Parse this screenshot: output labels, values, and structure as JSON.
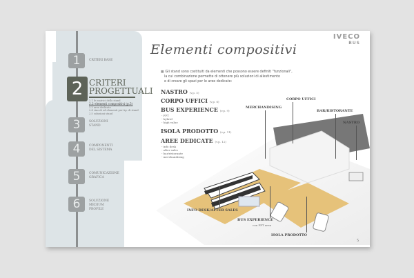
{
  "logo": {
    "brand": "IVECO",
    "sub": "BUS"
  },
  "title": "Elementi compositivi",
  "nav": {
    "steps": [
      {
        "num": "1",
        "label": "CRITERI BASE"
      },
      {
        "num": "2",
        "label": "CRITERI PROGETTUALI"
      },
      {
        "num": "3",
        "label": "SOLUZIONI STAND"
      },
      {
        "num": "4",
        "label": "COMPONENTI DEL SISTEMA"
      },
      {
        "num": "5",
        "label": "COMUNICAZIONE GRAFICA"
      },
      {
        "num": "6",
        "label": "SOLUZIONE MEDIUM PROFILE"
      }
    ],
    "active_title_1": "CRITERI",
    "active_title_2": "PROGETTUALI",
    "subitems": [
      "2.1 le matrici dello stand",
      "2.2 elementi compositivi (p.5)",
      "2.3 aree dedicate",
      "2.4 vincoli ed elementi per tip. di stand",
      "2.5 soluzioni stand"
    ]
  },
  "intro": {
    "bullet": "■",
    "lines": [
      "Gli stand sono costituiti da elementi che possono essere definiti \"funzionali\",",
      "la cui combinazione permette di ottenere più soluzioni di allestimento",
      "e di creare gli spazi per le aree dedicate:"
    ]
  },
  "elements": [
    {
      "name": "NASTRO",
      "ref": "(v.p. 5)",
      "items": []
    },
    {
      "name": "CORPO UFFICI",
      "ref": "(v.p. 6)",
      "items": []
    },
    {
      "name": "BUS EXPERIENCE",
      "ref": "(v.p. 9)",
      "items": [
        "- FPT",
        "- hybrid",
        "- high value"
      ]
    },
    {
      "name": "ISOLA PRODOTTO",
      "ref": "(v.p. 11)",
      "items": []
    },
    {
      "name": "AREE DEDICATE",
      "ref": "(v.p. 12)",
      "items": [
        "- info desk",
        "- after sales",
        "- bar/ristorante",
        "- merchandising"
      ]
    }
  ],
  "callouts": {
    "merchandising": "MERCHANDISING",
    "corpo_uffici": "CORPO UFFICI",
    "bar": "BAR/RISTORANTE",
    "nastro": "NASTRO",
    "info_desk": "INFO DESK/AFTER SALES",
    "bus_exp": "BUS EXPERIENCE",
    "bus_exp_sub": "con FPT area",
    "isola": "ISOLA PRODOTTO"
  },
  "page_number": "5",
  "colors": {
    "panel": "#dde4e7",
    "active": "#5d6358",
    "step": "#9da1a2",
    "floor": "#e6c27a"
  }
}
